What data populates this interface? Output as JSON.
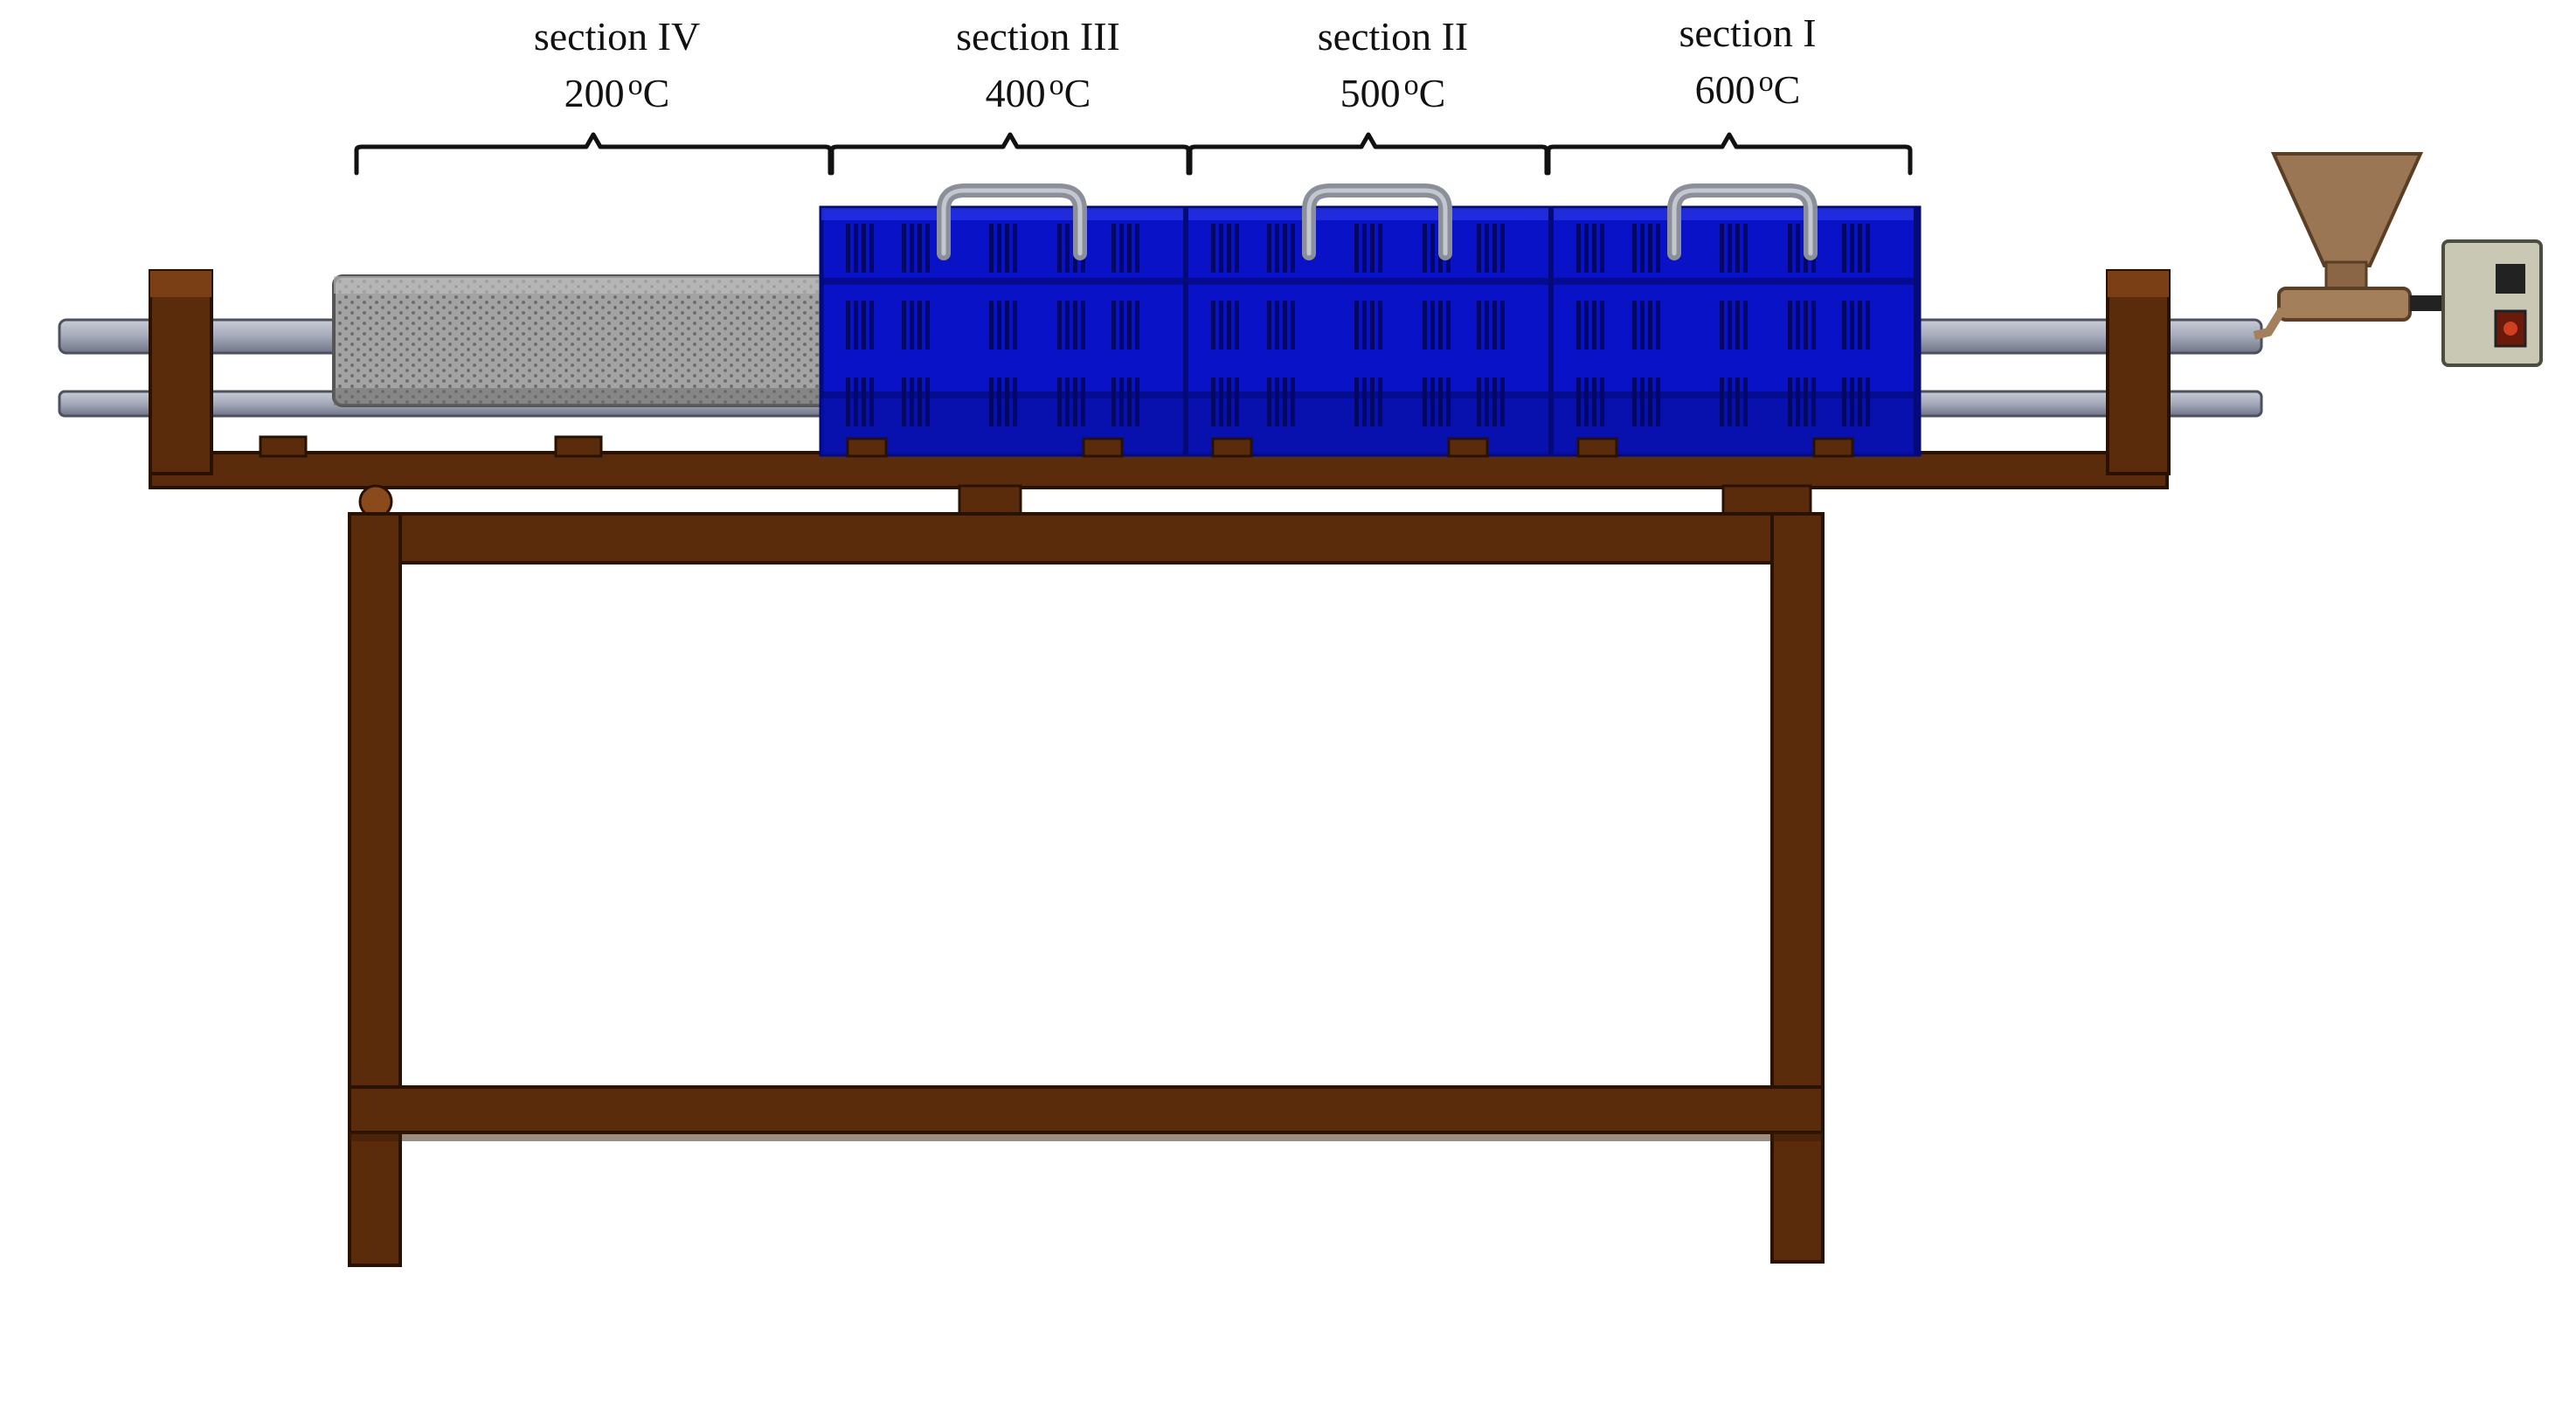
{
  "colors": {
    "frame": "#5a2c0b",
    "frame_dark": "#3a1a05",
    "furnace": "#0a12c8",
    "furnace_dark": "#040a78",
    "furnace_mid": "#0810a6",
    "mesh": "#9a9a9a",
    "rail": "#a9aec0",
    "hopper": "#9a7654",
    "control_box": "#c8c8b4",
    "handle": "#8a8f9a"
  },
  "sections": [
    {
      "name": "section IV",
      "temperature": "200",
      "unit": "C",
      "degree": "o"
    },
    {
      "name": "section III",
      "temperature": "400",
      "unit": "C",
      "degree": "o"
    },
    {
      "name": "section II",
      "temperature": "500",
      "unit": "C",
      "degree": "o"
    },
    {
      "name": "section I",
      "temperature": "600",
      "unit": "C",
      "degree": "o"
    }
  ]
}
